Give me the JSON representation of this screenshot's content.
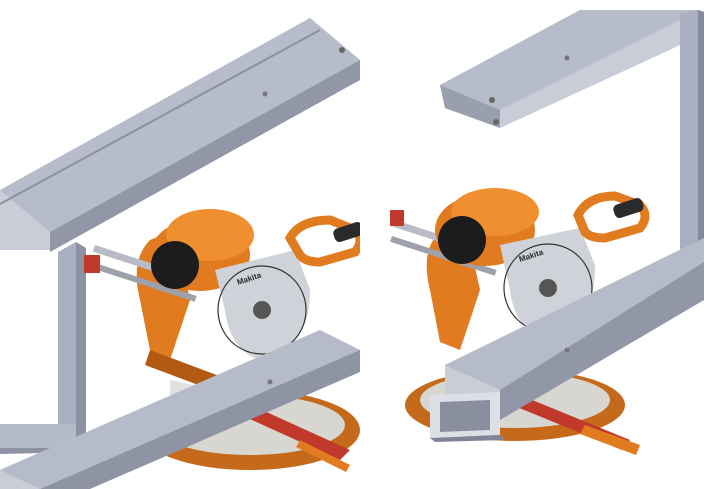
{
  "saw_brand_label": "Makita",
  "colors": {
    "saw_body": "#e07b1f",
    "saw_dark": "#b35a12",
    "steel": "#a9aec0",
    "steel_light": "#c9cdd8",
    "steel_dark": "#7f8496",
    "blade_guard": "#cfd2d8",
    "motor_cap": "#1c1c1c",
    "handle_grip": "#2b2b2b",
    "table_red": "#c0392b"
  },
  "panels": [
    {
      "view": "left",
      "description_visible": ""
    },
    {
      "view": "right",
      "description_visible": ""
    }
  ]
}
